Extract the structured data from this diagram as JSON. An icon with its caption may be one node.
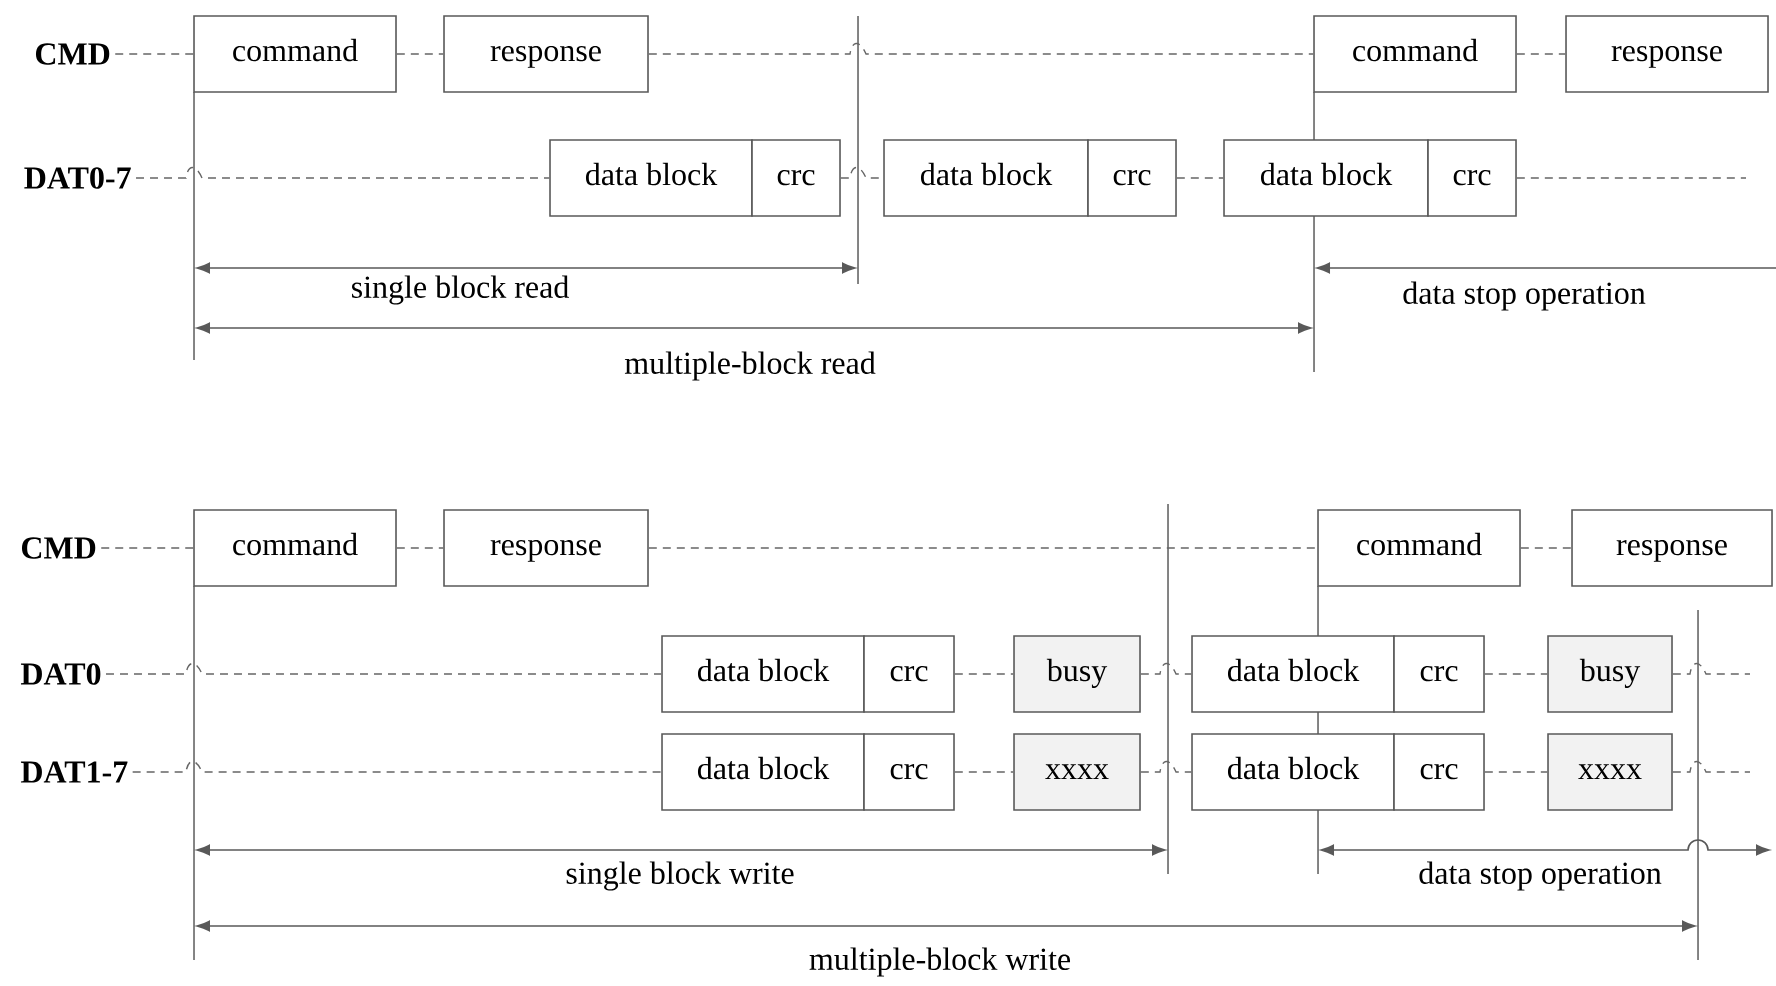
{
  "diagram": {
    "nodes": [
      {
        "text": [
          "CMD"
        ]
      },
      {
        "text": [
          "command"
        ]
      },
      {
        "text": [
          "response"
        ]
      },
      {
        "text": [
          "command"
        ]
      },
      {
        "text": [
          "response"
        ]
      },
      {
        "text": [
          "DAT0-7"
        ]
      },
      {
        "text": [
          "data block"
        ]
      },
      {
        "text": [
          "crc"
        ]
      },
      {
        "text": [
          "data block"
        ]
      },
      {
        "text": [
          "crc"
        ]
      },
      {
        "text": [
          "data block"
        ]
      },
      {
        "text": [
          "crc"
        ]
      },
      {
        "text": [
          "CMD"
        ]
      },
      {
        "text": [
          "command"
        ]
      },
      {
        "text": [
          "response"
        ]
      },
      {
        "text": [
          "command"
        ]
      },
      {
        "text": [
          "response"
        ]
      },
      {
        "text": [
          "DAT0"
        ]
      },
      {
        "text": [
          "data block"
        ]
      },
      {
        "text": [
          "crc"
        ]
      },
      {
        "text": [
          "busy"
        ]
      },
      {
        "text": [
          "data block"
        ]
      },
      {
        "text": [
          "crc"
        ]
      },
      {
        "text": [
          "busy"
        ]
      },
      {
        "text": [
          "DAT1-7"
        ]
      },
      {
        "text": [
          "data block"
        ]
      },
      {
        "text": [
          "crc"
        ]
      },
      {
        "text": [
          "xxxx"
        ]
      },
      {
        "text": [
          "data block"
        ]
      },
      {
        "text": [
          "crc"
        ]
      },
      {
        "text": [
          "xxxx"
        ]
      }
    ],
    "edges": [
      {
        "from": 0,
        "to": 1,
        "arrow": "none",
        "style": "dashed"
      },
      {
        "from": 1,
        "to": 2,
        "arrow": "none",
        "style": "dashed"
      },
      {
        "from": 2,
        "to": 3,
        "arrow": "none",
        "style": "dashed"
      },
      {
        "from": 5,
        "to": 6,
        "arrow": "none",
        "style": "dashed"
      },
      {
        "from": 7,
        "to": 8,
        "arrow": "none",
        "style": "dashed"
      },
      {
        "from": 9,
        "to": 10,
        "arrow": "none",
        "style": "dashed"
      },
      {
        "from": 11,
        "to": null,
        "arrow": "none",
        "style": "dashed"
      },
      {
        "from": 12,
        "to": 13,
        "arrow": "none",
        "style": "dashed"
      },
      {
        "from": 13,
        "to": 14,
        "arrow": "none",
        "style": "dashed"
      },
      {
        "from": 14,
        "to": 15,
        "arrow": "none",
        "style": "dashed"
      },
      {
        "from": 15,
        "to": 16,
        "arrow": "none",
        "style": "dashed"
      },
      {
        "from": 17,
        "to": 18,
        "arrow": "none",
        "style": "dashed"
      },
      {
        "from": 19,
        "to": 20,
        "arrow": "none",
        "style": "dashed"
      },
      {
        "from": 20,
        "to": 21,
        "arrow": "none",
        "style": "dashed"
      },
      {
        "from": 22,
        "to": 23,
        "arrow": "none",
        "style": "dashed"
      },
      {
        "from": 23,
        "to": null,
        "arrow": "none",
        "style": "dashed"
      },
      {
        "from": 24,
        "to": 25,
        "arrow": "none",
        "style": "dashed"
      },
      {
        "from": 26,
        "to": 27,
        "arrow": "none",
        "style": "dashed"
      },
      {
        "from": 27,
        "to": 28,
        "arrow": "none",
        "style": "dashed"
      },
      {
        "from": 29,
        "to": 30,
        "arrow": "none",
        "style": "dashed"
      },
      {
        "from": 30,
        "to": null,
        "arrow": "none",
        "style": "dashed"
      },
      {
        "from": 3,
        "to": 4,
        "arrow": "none",
        "style": "dashed"
      }
    ],
    "labels": [
      "single block read",
      "multiple-block read",
      "data stop operation",
      "single block write",
      "data stop operation",
      "multiple-block write"
    ]
  }
}
